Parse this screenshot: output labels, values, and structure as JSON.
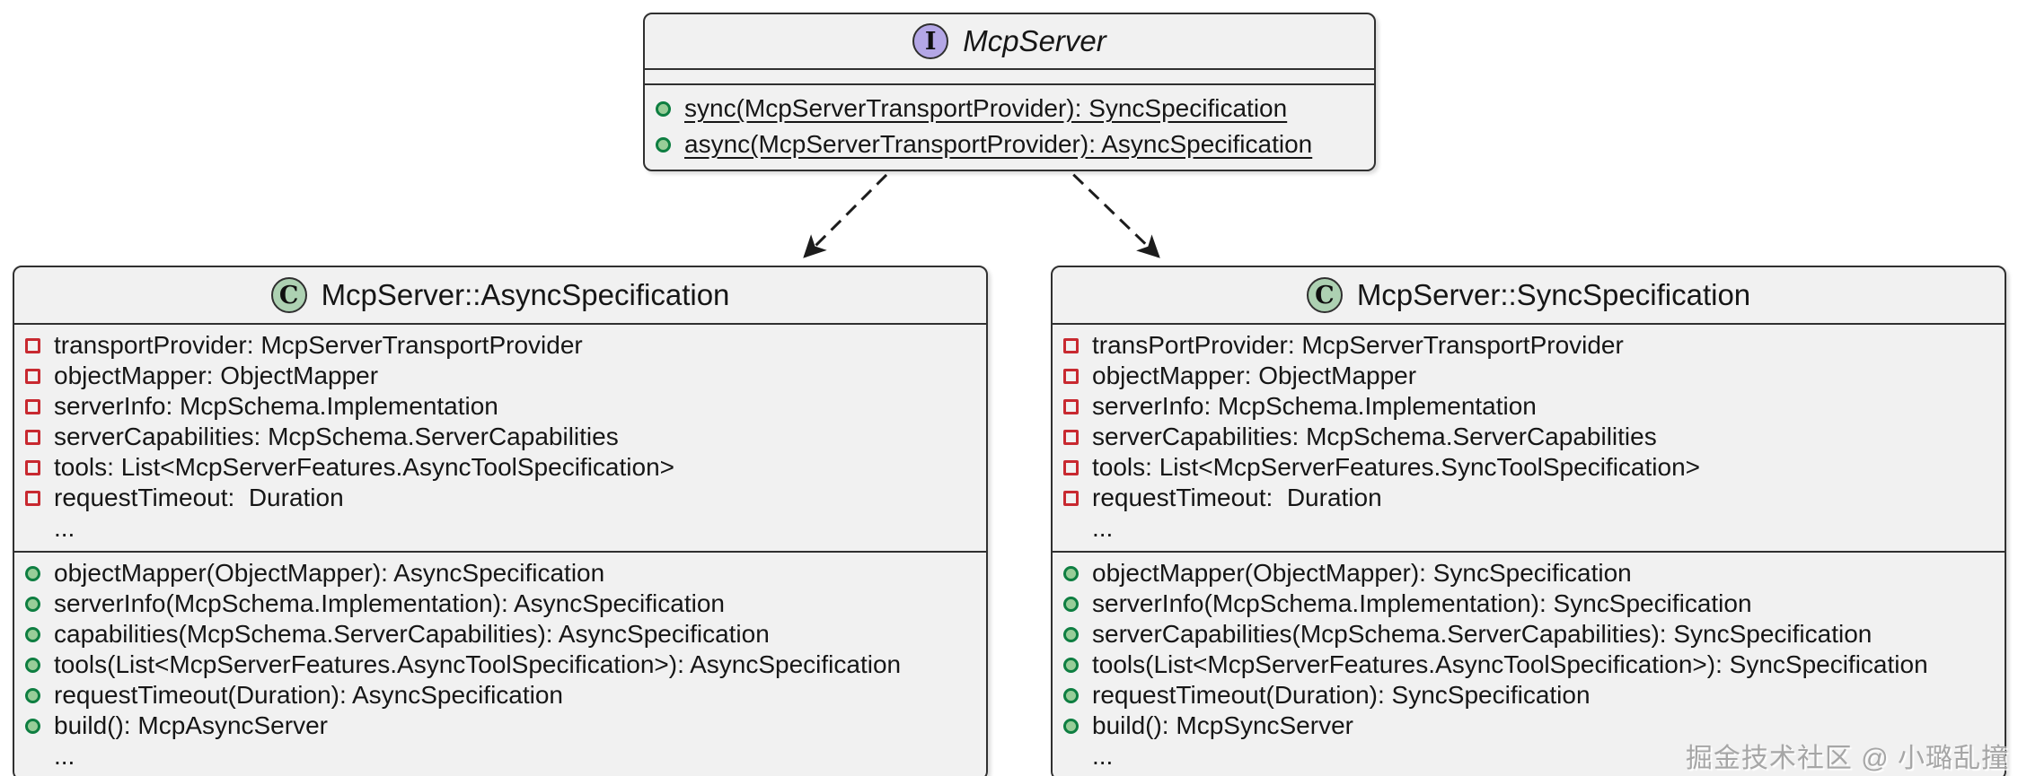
{
  "watermark": "掘金技术社区 @ 小璐乱撞",
  "theme": {
    "box_fill": "#F1F1F1",
    "box_border": "#303030",
    "text": "#161616",
    "interface_circle": "#B4A7E6",
    "class_circle": "#ADD1B2",
    "circle_border": "#2F2F2F",
    "field_icon": "#C82930",
    "method_icon_fill": "#98CD98",
    "method_icon_border": "#0E7E41",
    "arrow": "#1C1C1C",
    "watermark": "#A6A6A6"
  },
  "interface_box": {
    "kind_letter": "I",
    "title": "McpServer",
    "methods": [
      "sync(McpServerTransportProvider): SyncSpecification",
      "async(McpServerTransportProvider): AsyncSpecification"
    ]
  },
  "async_class": {
    "kind_letter": "C",
    "title": "McpServer::AsyncSpecification",
    "fields": [
      "transportProvider: McpServerTransportProvider",
      "objectMapper: ObjectMapper",
      "serverInfo: McpSchema.Implementation",
      "serverCapabilities: McpSchema.ServerCapabilities",
      "tools: List<McpServerFeatures.AsyncToolSpecification>",
      "requestTimeout:  Duration"
    ],
    "fields_more": "...",
    "methods": [
      "objectMapper(ObjectMapper): AsyncSpecification",
      "serverInfo(McpSchema.Implementation): AsyncSpecification",
      "capabilities(McpSchema.ServerCapabilities): AsyncSpecification",
      "tools(List<McpServerFeatures.AsyncToolSpecification>): AsyncSpecification",
      "requestTimeout(Duration): AsyncSpecification",
      "build(): McpAsyncServer"
    ],
    "methods_more": "..."
  },
  "sync_class": {
    "kind_letter": "C",
    "title": "McpServer::SyncSpecification",
    "fields": [
      "transPortProvider: McpServerTransportProvider",
      "objectMapper: ObjectMapper",
      "serverInfo: McpSchema.Implementation",
      "serverCapabilities: McpSchema.ServerCapabilities",
      "tools: List<McpServerFeatures.SyncToolSpecification>",
      "requestTimeout:  Duration"
    ],
    "fields_more": "...",
    "methods": [
      "objectMapper(ObjectMapper): SyncSpecification",
      "serverInfo(McpSchema.Implementation): SyncSpecification",
      "serverCapabilities(McpSchema.ServerCapabilities): SyncSpecification",
      "tools(List<McpServerFeatures.AsyncToolSpecification>): SyncSpecification",
      "requestTimeout(Duration): SyncSpecification",
      "build(): McpSyncServer"
    ],
    "methods_more": "..."
  }
}
